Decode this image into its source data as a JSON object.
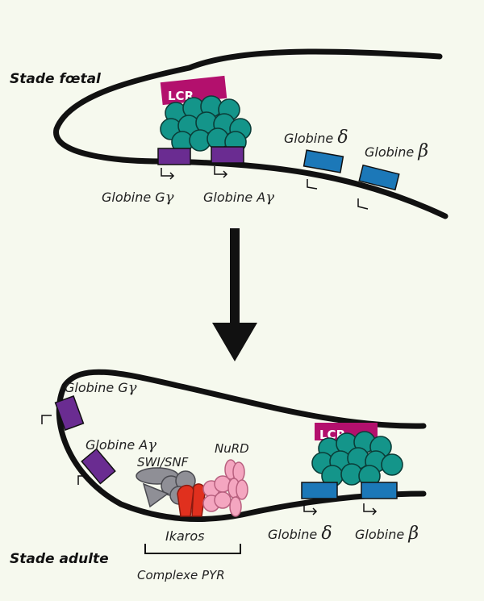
{
  "fetal": {
    "stage_label": "Stade fœtal",
    "lcr_label": "LCR",
    "genes": {
      "g_gamma": {
        "name": "Globine G",
        "greek": "γ"
      },
      "a_gamma": {
        "name": "Globine A",
        "greek": "γ"
      },
      "delta": {
        "name": "Globine ",
        "greek": "δ"
      },
      "beta": {
        "name": "Globine ",
        "greek": "β"
      }
    }
  },
  "adult": {
    "stage_label": "Stade adulte",
    "lcr_label": "LCR",
    "genes": {
      "g_gamma": {
        "name": "Globine G",
        "greek": "γ"
      },
      "a_gamma": {
        "name": "Globine A",
        "greek": "γ"
      },
      "delta": {
        "name": "Globine ",
        "greek": "δ"
      },
      "beta": {
        "name": "Globine ",
        "greek": "β"
      }
    },
    "complexes": {
      "swi_snf": "SWI/SNF",
      "nurd": "NuRD",
      "ikaros": "Ikaros",
      "pyr": "Complexe PYR"
    }
  },
  "colors": {
    "background": "#f6f9ee",
    "dna": "#111111",
    "lcr": "#b3106d",
    "gamma_gene": "#6a2c91",
    "delta_beta_gene": "#1c78b8",
    "lcr_spheres": "#14958a",
    "swi_snf": "#8f8f96",
    "ikaros": "#e0301e",
    "nurd": "#f4a6c0"
  }
}
